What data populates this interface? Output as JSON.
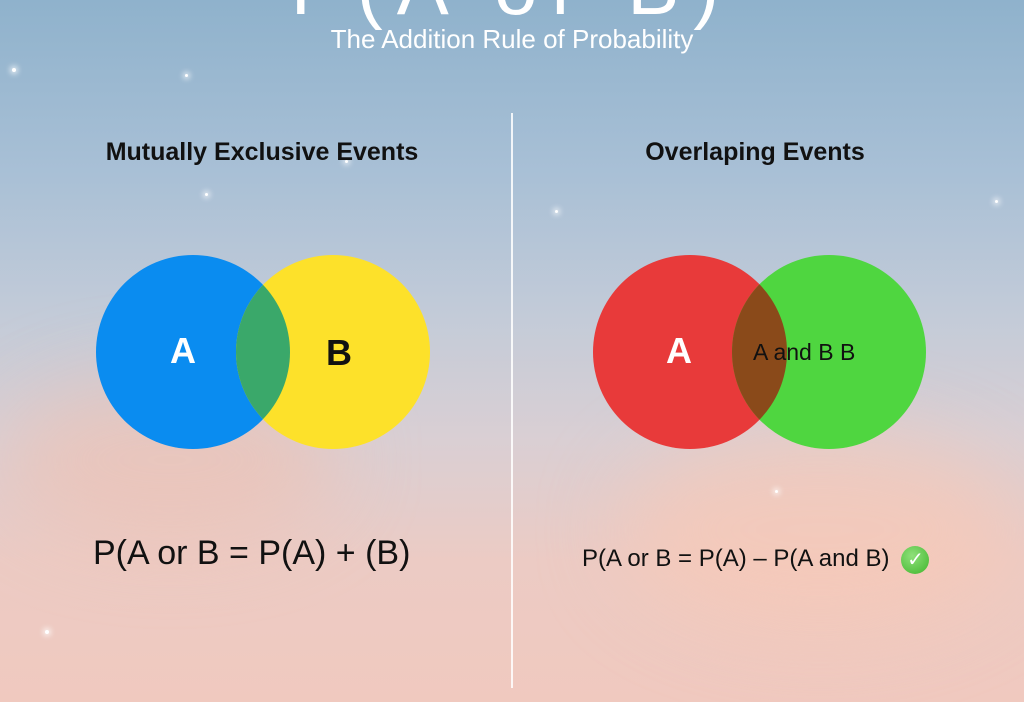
{
  "title": "P(A or B)",
  "subtitle": "The Addition Rule of Probability",
  "left": {
    "heading": "Mutually Exclusive Events",
    "circle_a": {
      "label": "A",
      "color": "#0a8cf0"
    },
    "circle_b": {
      "label": "B",
      "color": "#fde12a"
    },
    "overlap_color": "#3aa86a",
    "formula": "P(A or B = P(A) + (B)"
  },
  "right": {
    "heading": "Overlaping Events",
    "circle_a": {
      "label": "A",
      "color": "#e83a3a"
    },
    "circle_b": {
      "color": "#4fd640"
    },
    "overlap_label": "A and B B",
    "overlap_color": "#8a4a1a",
    "formula": "P(A or B = P(A) – P(A and B)",
    "check_icon": "check-circle-icon"
  }
}
